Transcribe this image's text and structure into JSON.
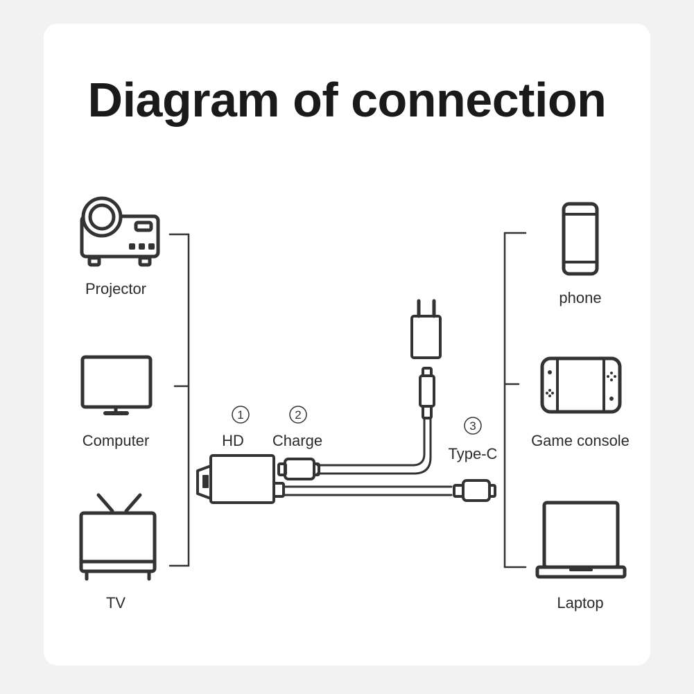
{
  "title": "Diagram of connection",
  "left_devices": [
    {
      "label": "Projector",
      "icon": "projector-icon"
    },
    {
      "label": "Computer",
      "icon": "monitor-icon"
    },
    {
      "label": "TV",
      "icon": "tv-icon"
    }
  ],
  "right_devices": [
    {
      "label": "phone",
      "icon": "phone-icon"
    },
    {
      "label": "Game console",
      "icon": "game-console-icon"
    },
    {
      "label": "Laptop",
      "icon": "laptop-icon"
    }
  ],
  "ports": [
    {
      "number": "1",
      "label": "HD"
    },
    {
      "number": "2",
      "label": "Charge"
    },
    {
      "number": "3",
      "label": "Type-C"
    }
  ],
  "colors": {
    "stroke": "#333333",
    "background": "#f2f2f2",
    "card": "#ffffff"
  }
}
